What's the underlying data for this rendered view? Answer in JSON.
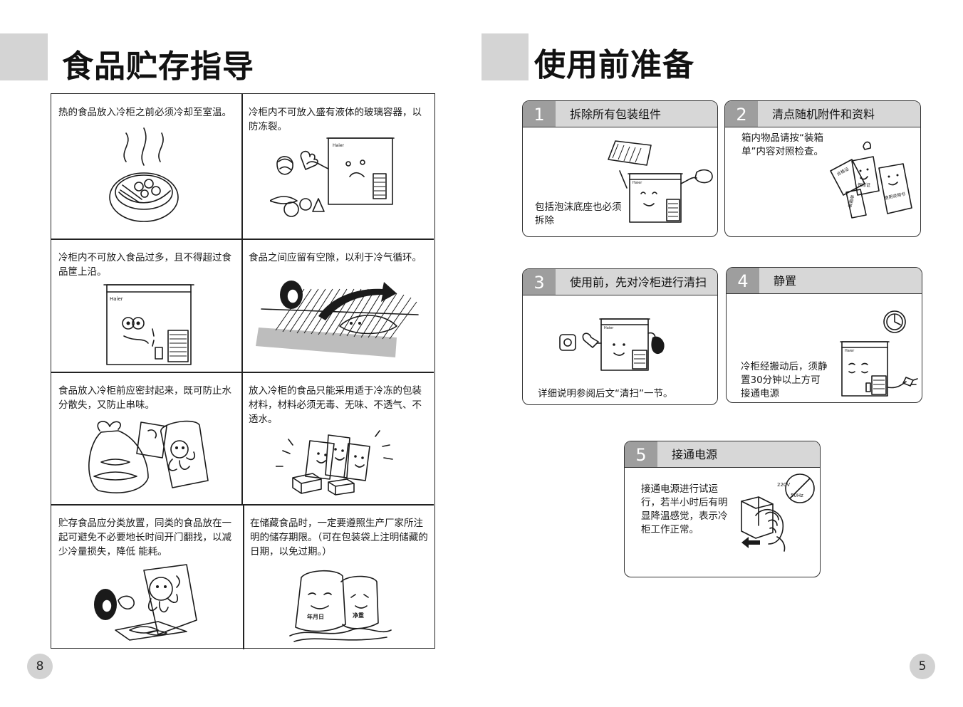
{
  "left_page": {
    "title": "食品贮存指导",
    "page_number": "8",
    "cells": [
      {
        "text": "热的食品放入冷柜之前必须冷却至室温。",
        "icon": "hot-food-bowl-icon"
      },
      {
        "text": "冷柜内不可放入盛有液体的玻璃容器，以防冻裂。",
        "icon": "freezer-refusing-food-icon"
      },
      {
        "text": "冷柜内不可放入食品过多，且不得超过食品筐上沿。",
        "icon": "overloaded-freezer-icon"
      },
      {
        "text": "食品之间应留有空隙，以利于冷气循环。",
        "icon": "air-circulation-icon"
      },
      {
        "text": "食品放入冷柜前应密封起来，既可防止水分散失，又防止串味。",
        "icon": "sealed-food-bags-icon"
      },
      {
        "text": "放入冷柜的食品只能采用适于冷冻的包装材料，材料必须无毒、无味、不透气、不透水。",
        "icon": "freezer-packaging-icon"
      },
      {
        "text": "贮存食品应分类放置，同类的食品放在一起可避免不必要地长时间开门翻找，以减少冷量损失，降低 能耗。",
        "icon": "sorted-food-icon"
      },
      {
        "text": "在储藏食品时，一定要遵照生产厂家所注明的储存期限。（可在包装袋上注明储藏的日期，以免过期。）",
        "icon": "dated-food-packages-icon",
        "label_date": "年月日",
        "label_weight": "净重"
      }
    ]
  },
  "right_page": {
    "title": "使用前准备",
    "page_number": "5",
    "steps": [
      {
        "number": "1",
        "title": "拆除所有包装组件",
        "text": "包括泡沫底座也必须拆除"
      },
      {
        "number": "2",
        "title": "清点随机附件和资料",
        "text": "箱内物品请按“装箱单”内容对照检查。",
        "doc_label_1": "合格证",
        "doc_label_2": "保修证",
        "doc_label_3": "使用说明书",
        "doc_label_4": "装箱单"
      },
      {
        "number": "3",
        "title": "使用前，先对冷柜进行清扫",
        "text": "详细说明参阅后文“清扫”一节。"
      },
      {
        "number": "4",
        "title": "静置",
        "text": "冷柜经搬动后，须静置30分钟以上方可接通电源"
      },
      {
        "number": "5",
        "title": "接通电源",
        "text": "接通电源进行试运行，若半小时后有明显降温感觉，表示冷柜工作正常。",
        "voltage": "220V",
        "frequency": "50Hz"
      }
    ]
  },
  "brand": "Haier"
}
